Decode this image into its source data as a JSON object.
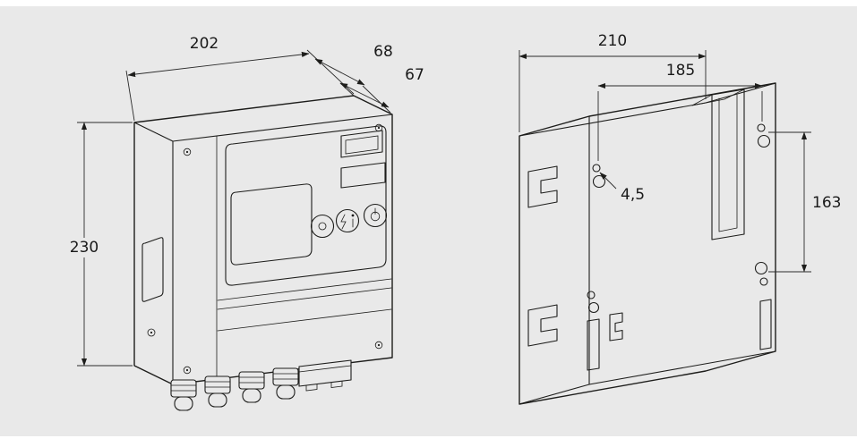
{
  "figure": {
    "type": "technical-dimension-drawing",
    "background": "#e9e9e9",
    "line_color": "#1d1d1b",
    "views": {
      "front": {
        "title": "control-unit-front-perspective",
        "dim_width": "202",
        "dim_depth_outer": "68",
        "dim_depth_housing": "67",
        "dim_height": "230",
        "panel_icons": [
          "reset-dot-icon",
          "flash-info-icon",
          "power-icon"
        ]
      },
      "back": {
        "title": "control-unit-rear-view",
        "dim_width_overall": "210",
        "dim_hole_spacing_horizontal": "185",
        "dim_hole_spacing_vertical": "163",
        "dim_hole_diameter": "4,5"
      }
    }
  }
}
